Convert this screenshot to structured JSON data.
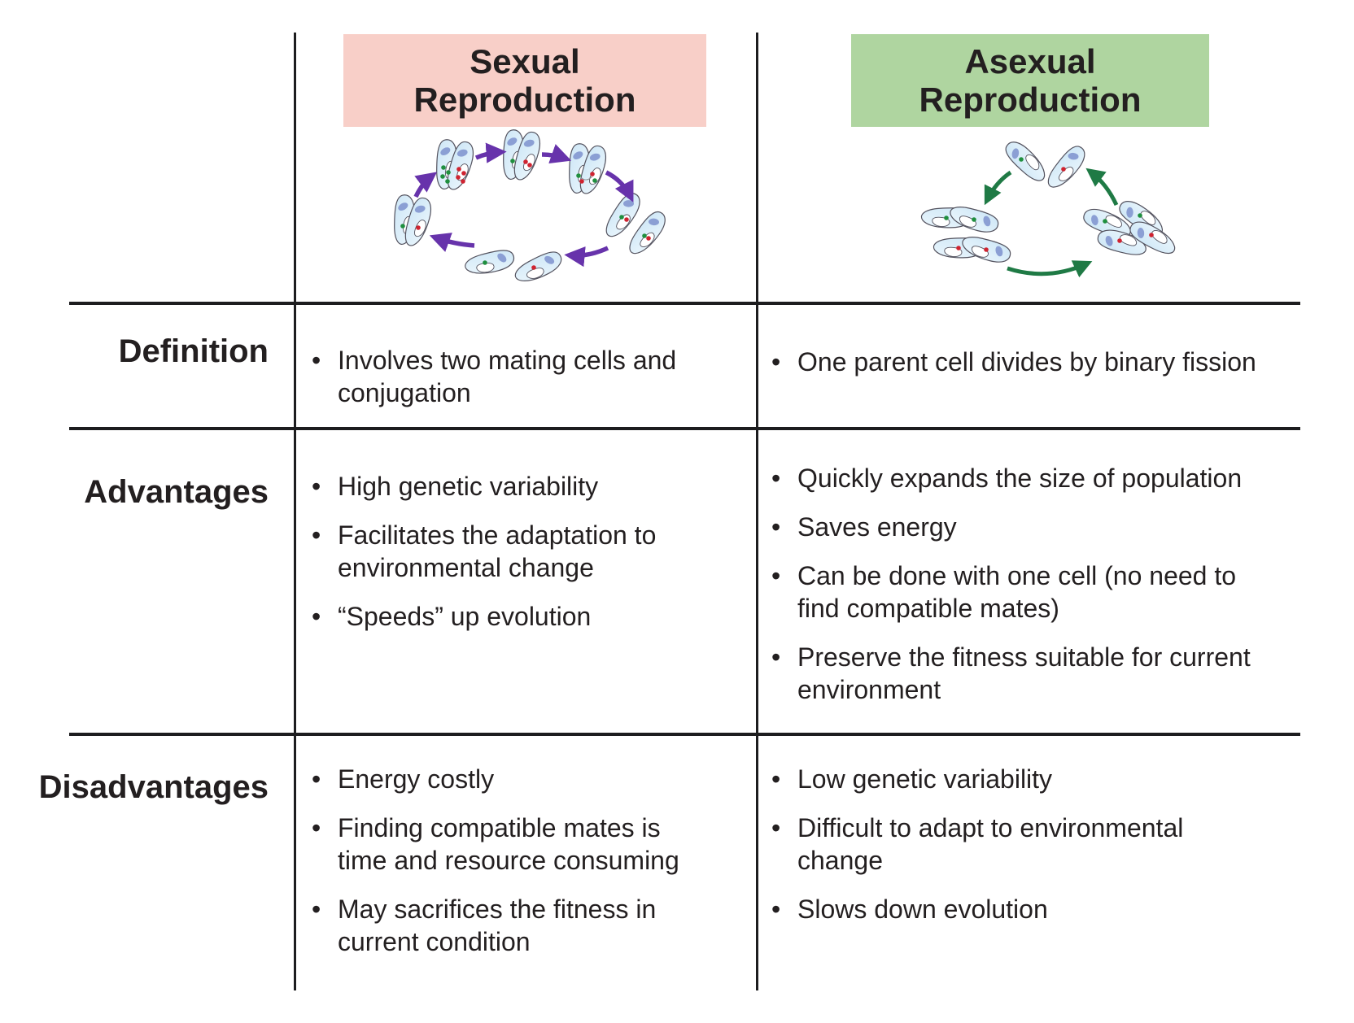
{
  "table": {
    "columns": [
      {
        "key": "sexual",
        "title": "Sexual Reproduction",
        "title_lines": [
          "Sexual",
          "Reproduction"
        ],
        "header_bg": "#f8cfc8"
      },
      {
        "key": "asexual",
        "title": "Asexual Reproduction",
        "title_lines": [
          "Asexual",
          "Reproduction"
        ],
        "header_bg": "#afd5a0"
      }
    ],
    "rows": [
      {
        "label": "Definition",
        "sexual_bullets": [
          "Involves two mating cells and conjugation"
        ],
        "asexual_bullets": [
          "One parent cell divides by binary fission"
        ]
      },
      {
        "label": "Advantages",
        "sexual_bullets": [
          "High genetic variability",
          "Facilitates the adaptation to environmental change",
          "“Speeds” up evolution"
        ],
        "asexual_bullets": [
          "Quickly expands the size of population",
          "Saves energy",
          "Can be done with one cell (no need to find compatible mates)",
          "Preserve the fitness suitable for current environment"
        ]
      },
      {
        "label": "Disadvantages",
        "sexual_bullets": [
          "Energy costly",
          "Finding compatible mates is time and resource consuming",
          "May sacrifices the fitness in current condition"
        ],
        "asexual_bullets": [
          "Low genetic variability",
          "Difficult to adapt to environmental change",
          "Slows down evolution"
        ]
      }
    ]
  },
  "diagrams": {
    "sexual": {
      "name": "paramecium-conjugation-cycle",
      "arrow_color": "#6733ab"
    },
    "asexual": {
      "name": "paramecium-binary-fission-cycle",
      "arrow_color": "#1f7a45"
    }
  },
  "colors": {
    "sexual_header_bg": "#f8cfc8",
    "asexual_header_bg": "#afd5a0",
    "text": "#231f20",
    "rule_line": "#1d1d1f",
    "cell_fill_light_blue": "#cfe7f6",
    "nucleus_blue": "#8b9fd4",
    "dot_green": "#1f8f3f",
    "dot_red": "#cf2330"
  }
}
